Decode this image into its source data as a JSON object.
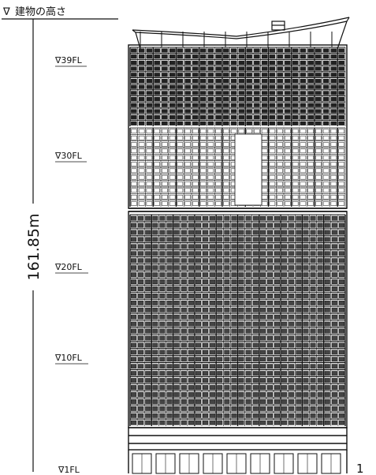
{
  "height_marker": {
    "symbol": "∇",
    "label": "建物の高さ"
  },
  "total_height": "161.85m",
  "floor_markers": [
    {
      "id": "39",
      "label": "∇39FL"
    },
    {
      "id": "30",
      "label": "∇30FL"
    },
    {
      "id": "20",
      "label": "∇20FL"
    },
    {
      "id": "10",
      "label": "∇10FL"
    },
    {
      "id": "1",
      "label": "∇1FL"
    }
  ],
  "corner_mark": "1"
}
